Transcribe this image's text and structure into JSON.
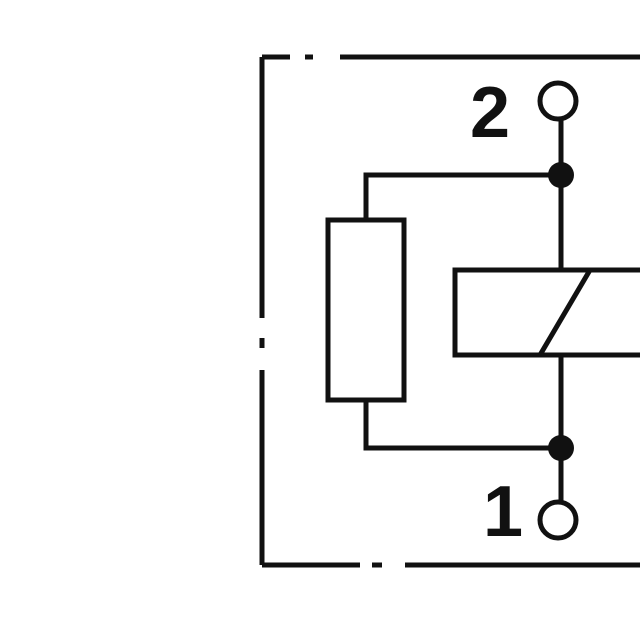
{
  "diagram": {
    "type": "relay-schematic",
    "colors": {
      "stroke": "#111111",
      "background": "#ffffff"
    },
    "pins": [
      {
        "id": "pin-2",
        "label": "2"
      },
      {
        "id": "pin-1",
        "label": "1"
      }
    ],
    "components": {
      "resistor": "resistor-symbol",
      "coil": "relay-coil-symbol",
      "enclosure": "dash-dot-housing-outline"
    }
  }
}
